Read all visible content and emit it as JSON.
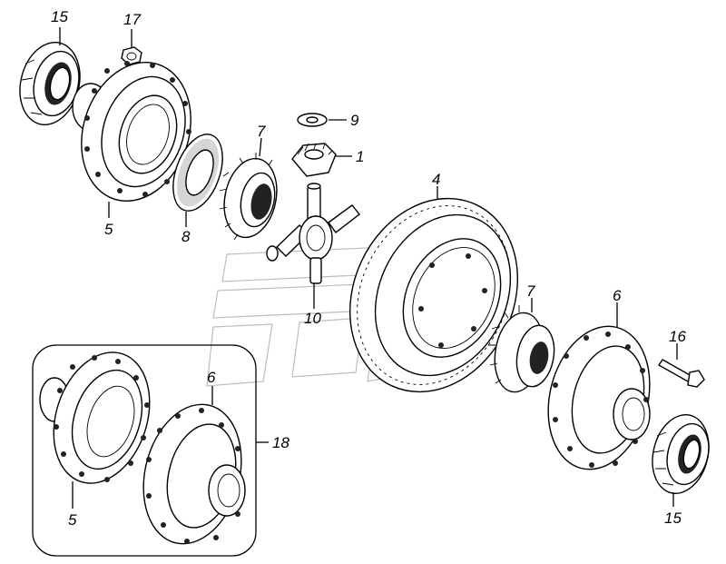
{
  "diagram": {
    "callouts": [
      {
        "id": "p1",
        "text": "1"
      },
      {
        "id": "p4",
        "text": "4"
      },
      {
        "id": "p5a",
        "text": "5"
      },
      {
        "id": "p5b",
        "text": "5"
      },
      {
        "id": "p6a",
        "text": "6"
      },
      {
        "id": "p6b",
        "text": "6"
      },
      {
        "id": "p7a",
        "text": "7"
      },
      {
        "id": "p7b",
        "text": "7"
      },
      {
        "id": "p8",
        "text": "8"
      },
      {
        "id": "p9",
        "text": "9"
      },
      {
        "id": "p10",
        "text": "10"
      },
      {
        "id": "p15a",
        "text": "15"
      },
      {
        "id": "p15b",
        "text": "15"
      },
      {
        "id": "p16",
        "text": "16"
      },
      {
        "id": "p17",
        "text": "17"
      },
      {
        "id": "p18",
        "text": "18"
      }
    ]
  }
}
